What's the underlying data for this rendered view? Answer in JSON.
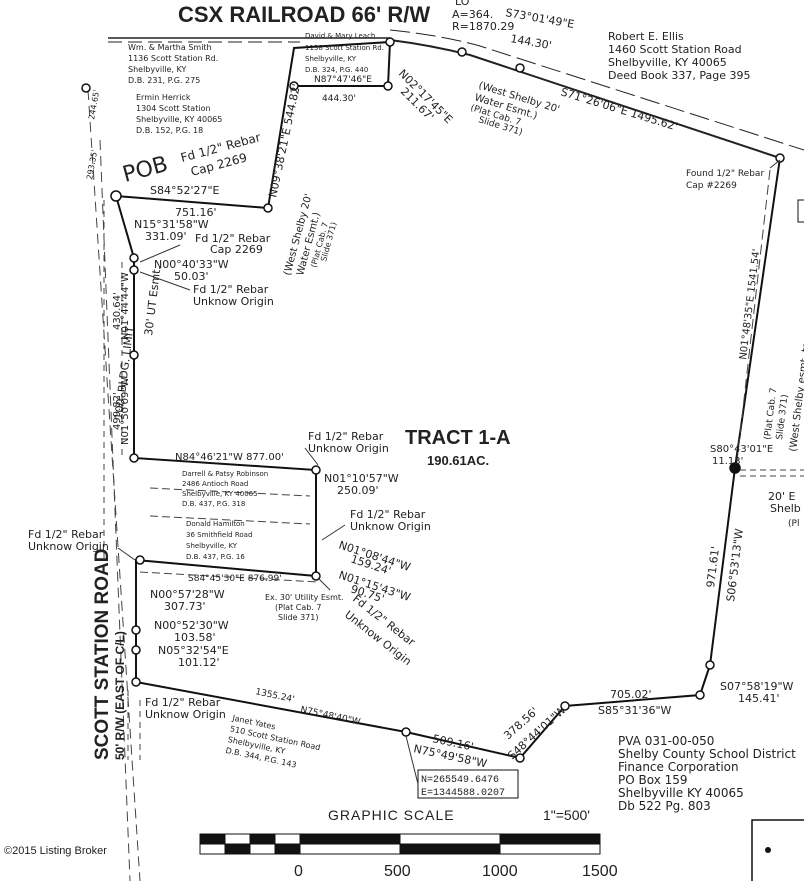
{
  "title": {
    "railroad": "CSX RAILROAD  66' R/W"
  },
  "corner_top": {
    "lo": "LO",
    "a": "A=364.",
    "r": "R=1870.29",
    "bearing": "S73°01'49\"E",
    "dist": "144.30'"
  },
  "owners": {
    "ellis": [
      "Robert E. Ellis",
      "1460 Scott Station Road",
      "Shelbyville, KY 40065",
      "Deed Book 337, Page 395"
    ],
    "smith": [
      "Wm. & Martha Smith",
      "1136 Scott Station Rd.",
      "Shelbyville, KY",
      "D.B. 231, P.G. 275"
    ],
    "leach": [
      "David & Mary Leach",
      "1138 Scott Station Rd.",
      "Shelbyville, KY",
      "D.B. 324, P.G. 440"
    ],
    "herrick": [
      "Ermin Herrick",
      "1304 Scott Station",
      "Shelbyville, KY 40065",
      "D.B. 152, P.G. 18"
    ],
    "robinson": [
      "Darrell & Patsy Robinson",
      "2486 Antioch Road",
      "Shelbyville, KY 40065",
      "D.B. 437, P.G. 318"
    ],
    "hamilton": [
      "Donald Hamilton",
      "36 Smithfield Road",
      "Shelbyville, KY",
      "D.B. 437, P.G. 16"
    ],
    "yates": [
      "Janet Yates",
      "510 Scott Station Road",
      "Shelbyville, KY",
      "D.B. 344, P.G. 143"
    ],
    "school": [
      "PVA 031-00-050",
      "Shelby County School District",
      "Finance Corporation",
      "PO Box 159",
      "Shelbyville KY 40065",
      "Db 522 Pg. 803"
    ]
  },
  "tract": {
    "name": "TRACT 1-A",
    "area": "190.61AC."
  },
  "road": {
    "name": "SCOTT STATION ROAD",
    "row": "50' R/W (EAST OF C/L)"
  },
  "bearings": {
    "b1": "S71°26'06\"E 1495.62'",
    "b2": "N02°17'45\"E",
    "b2d": "211.67'",
    "b3": "N87°47'46\"E",
    "b3d": "444.30'",
    "b4": "N09°38'21\"E 544.82'",
    "b5": "S84°52'27\"E",
    "b5d": "751.16'",
    "b6": "N15°31'58\"W",
    "b6d": "331.09'",
    "b7": "N00°40'33\"W",
    "b7d": "50.03'",
    "b8": "N01°44'44\"W",
    "b9": "430.64'",
    "b10": "N01°50'09\"W",
    "b11": "499.82'",
    "b12": "N84°46'21\"W 877.00'",
    "b13": "N01°10'57\"W",
    "b13d": "250.09'",
    "b14": "N01°08'44\"W",
    "b14d": "159.24'",
    "b15": "N01°15'43\"W",
    "b15d": "90.75'",
    "b16": "S84°45'30\"E 876.99'",
    "b17": "N00°57'28\"W",
    "b17d": "307.73'",
    "b18": "N00°52'30\"W",
    "b18d": "103.58'",
    "b19": "N05°32'54\"E",
    "b19d": "101.12'",
    "b20": "1355.24'",
    "b21": "N75°48'40\"W",
    "b22": "509.16'",
    "b23": "N75°49'58\"W",
    "b24": "378.56'",
    "b25": "S48°44'01\"W",
    "b26": "705.02'",
    "b27": "S85°31'36\"W",
    "b28": "S07°58'19\"W",
    "b28d": "145.41'",
    "b29": "S06°53'13\"W",
    "b30": "971.61'",
    "b31": "N01°48'35\"E 1541.54'",
    "b32": "S80°43'01\"E",
    "b32d": "11.13'",
    "b33": "293.35'",
    "b34": "244.65'"
  },
  "notes": {
    "pob": "POB",
    "rebar_cap": "Fd 1/2\" Rebar",
    "cap2269": "Cap 2269",
    "rebar_unknown": "Fd 1/2\" Rebar",
    "unknown_origin": "Unknow Origin",
    "found_rebar": "Found 1/2\" Rebar",
    "found_cap": "Cap #2269",
    "ut_esmt": "30' UT Esmt.",
    "bldg_limit": "100' BLDG. LIMIT",
    "ws_water": "(West Shelby 20'",
    "ws_water2": "Water Esmt.)",
    "plat1": "(Plat Cab. 7",
    "plat1b": "Slide 371)",
    "utility_esmt": "Ex. 30' Utility Esmt.",
    "utility_plat": "(Plat Cab. 7",
    "utility_slide": "Slide 371)",
    "esmt_remain": "(West Shelby esmt. to remain)",
    "esmt20": "20' E",
    "shelb": "Shelb",
    "pl": "(Pl"
  },
  "coords": {
    "n": "N=265549.6476",
    "e": "E=1344588.0207"
  },
  "scale": {
    "title": "GRAPHIC SCALE",
    "ratio": "1\"=500'",
    "ticks": [
      "0",
      "500",
      "1000",
      "1500"
    ]
  },
  "watermark": "©2015 Listing Broker"
}
